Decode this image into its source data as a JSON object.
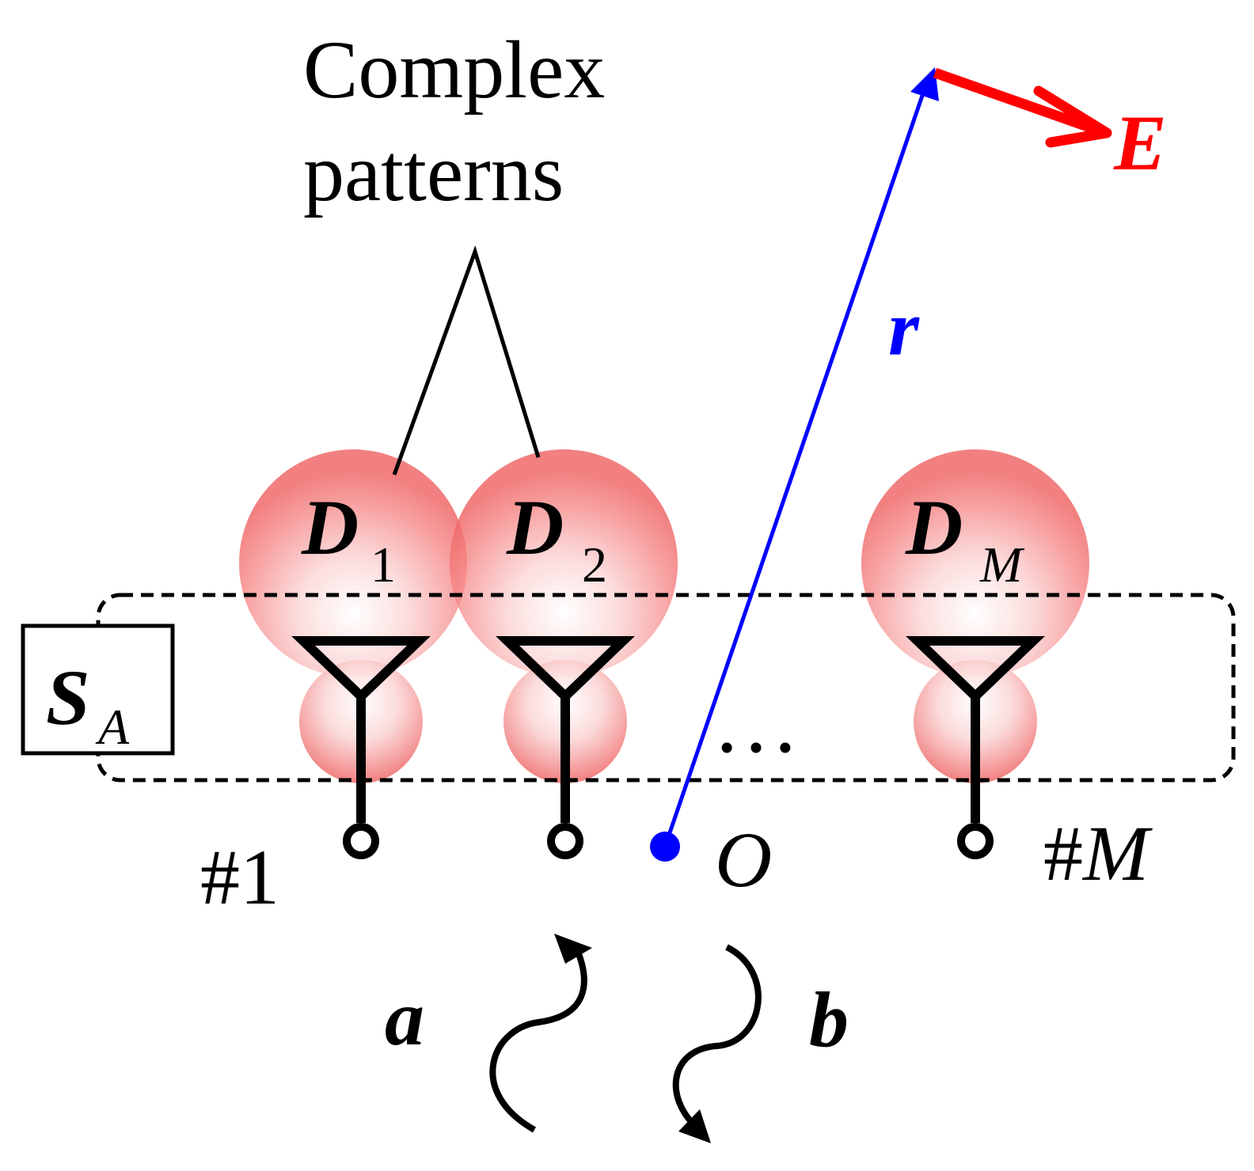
{
  "callout": {
    "line1": "Complex",
    "line2": "patterns"
  },
  "scattering_matrix": {
    "symbol": "S",
    "subscript": "A"
  },
  "antennas": [
    {
      "pattern_symbol": "D",
      "pattern_subscript": "1",
      "port_label": "#1"
    },
    {
      "pattern_symbol": "D",
      "pattern_subscript": "2",
      "port_label": ""
    },
    {
      "pattern_symbol": "D",
      "pattern_subscript": "M",
      "port_label": "#M"
    }
  ],
  "ellipsis": "…",
  "origin": {
    "label": "O"
  },
  "position_vector": {
    "label": "r"
  },
  "field_vector": {
    "label": "E"
  },
  "waves": {
    "incident": "a",
    "reflected": "b"
  },
  "colors": {
    "line": "#000000",
    "pattern_fill": "#f25a5a",
    "position_vector": "#0000ff",
    "field_vector": "#ff0000"
  }
}
